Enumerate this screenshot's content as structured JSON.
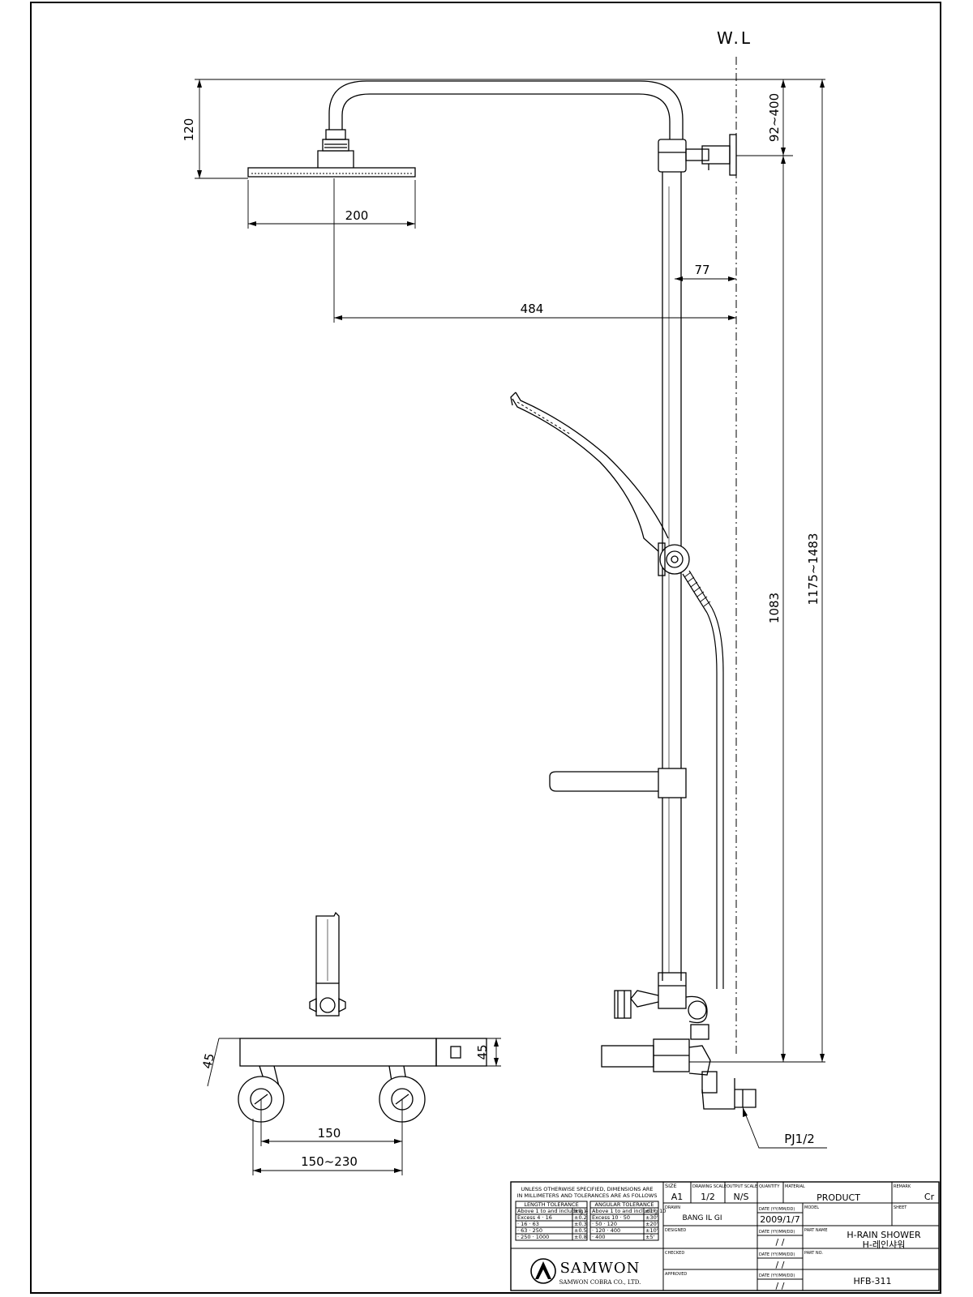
{
  "drawing": {
    "wl_label": "W.L",
    "dimensions": {
      "head_height": "120",
      "head_width": "200",
      "wall_offset": "77",
      "arm_reach": "484",
      "arm_drop": "92~400",
      "mixer_height": "1083",
      "total_height": "1175~1483",
      "body_depth_left": "45",
      "body_depth_right": "45",
      "inlet_spacing": "150",
      "inlet_range": "150~230",
      "pipe_thread": "PJ1/2"
    }
  },
  "title_block": {
    "note_line1": "UNLESS OTHERWISE SPECIFIED, DIMENSIONS ARE",
    "note_line2": "IN MILLIMETERS AND TOLERANCES ARE AS FOLLOWS",
    "length_tol_header": "LENGTH TOLERANCE",
    "angular_tol_header": "ANGULAR TOLERANCE",
    "length_rows": [
      [
        "Above 1 to and including 4",
        "±0.1"
      ],
      [
        "Excess 4  ·  16",
        "±0.2"
      ],
      [
        "·  16  ·  63",
        "±0.3"
      ],
      [
        "·  63  ·  250",
        "±0.5"
      ],
      [
        "·  250  ·  1000",
        "±0.8"
      ]
    ],
    "angular_rows": [
      [
        "Above 1 to and including 10",
        "±1°"
      ],
      [
        "Excess 10  ·  50",
        "±30'"
      ],
      [
        "·  50  ·  120",
        "±20'"
      ],
      [
        "·  120  ·  400",
        "±10'"
      ],
      [
        "·  400",
        "±5'"
      ]
    ],
    "size_label": "SIZE",
    "size_value": "A1",
    "scale_label": "DRAWING SCALE",
    "scale_value": "1/2",
    "output_scale_label": "OUTPUT SCALE",
    "output_scale_value": "N/S",
    "quantity_label": "QUANTITY",
    "material_label": "MATERIAL",
    "material_value": "PRODUCT",
    "remark_label": "REMARK",
    "remark_value": "Cr",
    "drawn_label": "DRAWN",
    "drawn_value": "BANG IL GI",
    "date_label": "DATE (YY/MM/DD)",
    "drawn_date": "2009/1/7",
    "model_label": "MODEL",
    "sheet_label": "SHEET",
    "designed_label": "DESIGNED",
    "part_name_label": "PART NAME",
    "part_name_en": "H-RAIN SHOWER",
    "part_name_kr": "H-레인샤워",
    "checked_label": "CHECKED",
    "blank_date": "/ /",
    "part_no_label": "PART NO.",
    "part_no_value": "HFB-311",
    "approved_label": "APPROVED",
    "company_name": "SAMWON",
    "company_full": "SAMWON COBRA CO., LTD."
  }
}
